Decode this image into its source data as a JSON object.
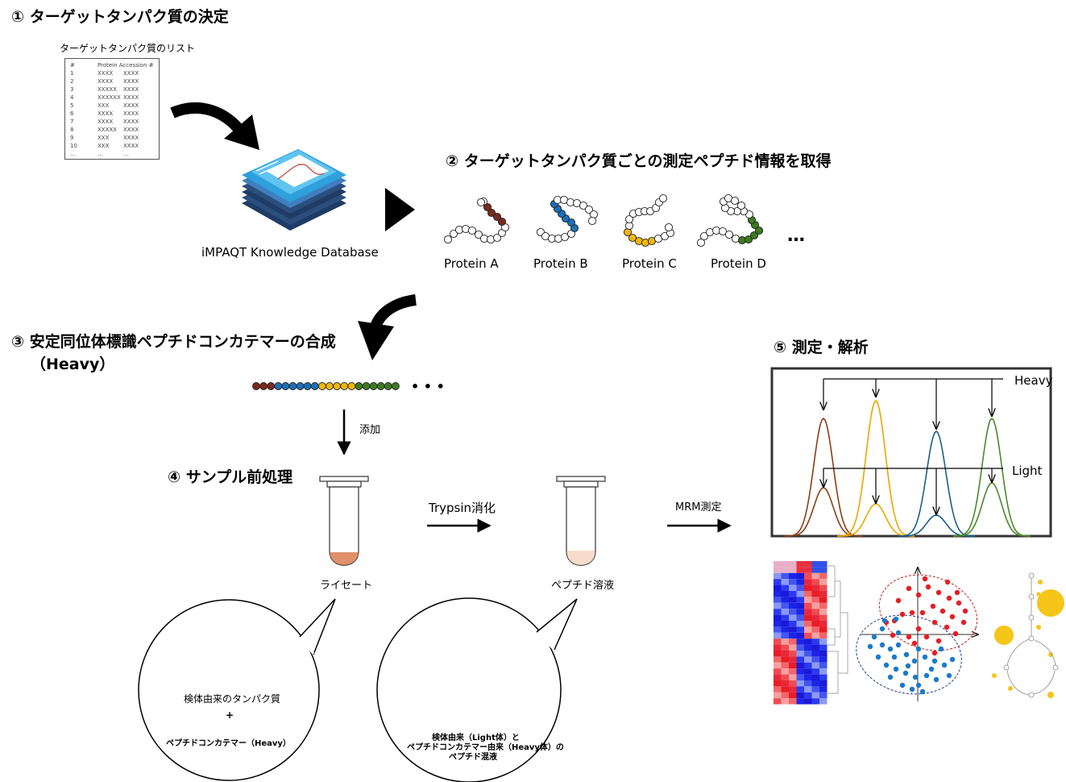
{
  "colors": {
    "red": "#7b2a1f",
    "blue": "#1a6fb5",
    "yellow": "#f2b705",
    "green": "#3d7a1f",
    "navy": "#1f3b66",
    "accent_tube": "#e0906a"
  },
  "steps": {
    "s1": "① ターゲットタンパク質の決定",
    "s2": "② ターゲットタンパク質ごとの測定ペプチド情報を取得",
    "s3a": "③ 安定同位体標識ペプチドコンカテマーの合成",
    "s3b": "（Heavy）",
    "s4": "④ サンプル前処理",
    "s5": "⑤ 測定・解析"
  },
  "list": {
    "title": "ターゲットタンパク質のリスト",
    "header_num": "#",
    "header_acc": "Protein Accession #",
    "rows": [
      {
        "n": "1",
        "a": "XXXX",
        "b": "XXXX"
      },
      {
        "n": "2",
        "a": "XXXX",
        "b": "XXXX"
      },
      {
        "n": "3",
        "a": "XXXXX",
        "b": "XXXX"
      },
      {
        "n": "4",
        "a": "XXXXXX",
        "b": "XXXX"
      },
      {
        "n": "5",
        "a": "XXX",
        "b": "XXXX"
      },
      {
        "n": "6",
        "a": "XXXX",
        "b": "XXXX"
      },
      {
        "n": "7",
        "a": "XXXX",
        "b": "XXXX"
      },
      {
        "n": "8",
        "a": "XXXXX",
        "b": "XXXX"
      },
      {
        "n": "9",
        "a": "XXX",
        "b": "XXXX"
      },
      {
        "n": "10",
        "a": "XXX",
        "b": "XXXX"
      },
      {
        "n": "…",
        "a": "…",
        "b": "…"
      }
    ]
  },
  "database_label": "iMPAQT  Knowledge  Database",
  "proteins": [
    "Protein A",
    "Protein B",
    "Protein C",
    "Protein D"
  ],
  "ellipsis": "…",
  "concatemer_ellipsis": "• • •",
  "labels": {
    "add": "添加",
    "trypsin": "Trypsin消化",
    "mrm": "MRM測定",
    "lysate": "ライセート",
    "peptide_solution": "ペプチド溶液",
    "heavy": "Heavy",
    "light": "Light",
    "bubble1_line1": "検体由来のタンパク質",
    "bubble1_plus": "+",
    "bubble1_line2": "ペプチドコンカテマー（Heavy）",
    "bubble2_line1": "検体由来（Light体）と",
    "bubble2_line2": "ペプチドコンカテマー由来（Heavy体）の",
    "bubble2_line3": "ペプチド混液"
  }
}
